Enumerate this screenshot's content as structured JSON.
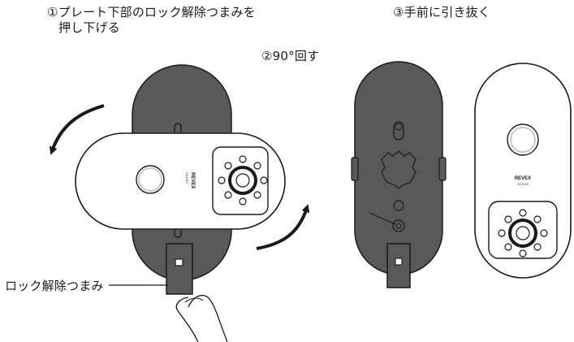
{
  "steps": {
    "step1_line1": "①プレート下部のロック解除つまみを",
    "step1_line2": "押し下げる",
    "step2": "②90°回す",
    "step3": "③手前に引き抜く"
  },
  "callout": {
    "lock_release_knob": "ロック解除つまみ"
  },
  "device": {
    "brand": "REVEX",
    "model": "SD1000"
  },
  "colors": {
    "plate_gray": "#595959",
    "outline": "#1a1a1a",
    "device_white": "#ffffff"
  }
}
